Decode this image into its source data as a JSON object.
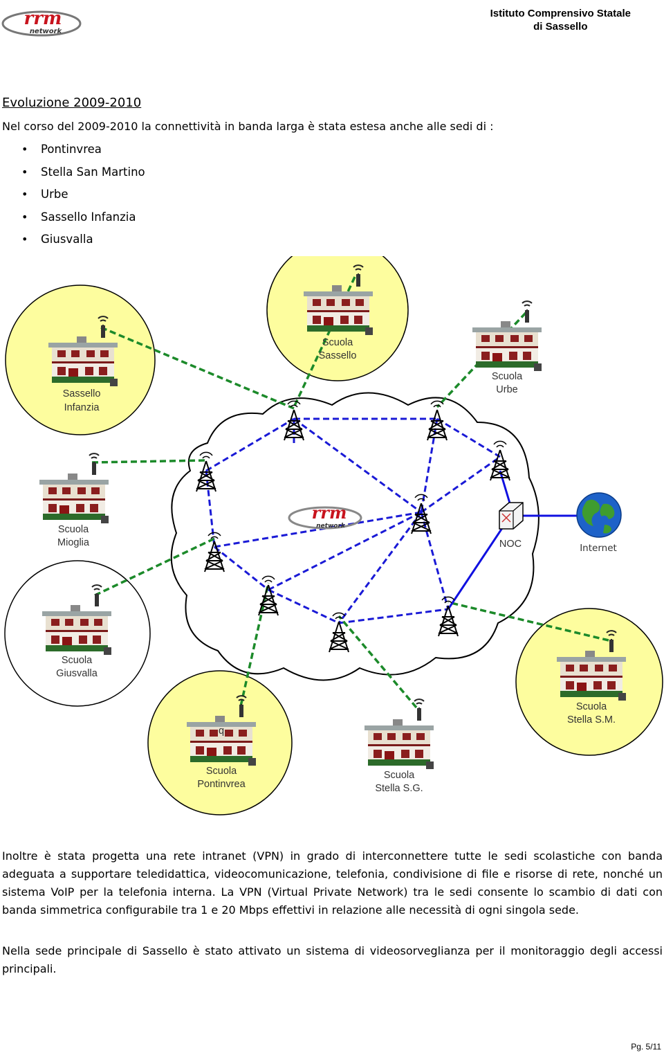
{
  "header": {
    "logo_text": "rrm network",
    "institute_line1": "Istituto Comprensivo Statale",
    "institute_line2": "di Sassello"
  },
  "section": {
    "title": "Evoluzione 2009-2010",
    "intro": "Nel corso del 2009-2010 la connettività in banda larga è stata estesa anche alle sedi di :",
    "bullets": [
      "Pontinvrea",
      "Stella San Martino",
      "Urbe",
      "Sassello Infanzia",
      "Giusvalla"
    ]
  },
  "diagram": {
    "center_logo": "rrm network",
    "nodes": {
      "sassello_line1": "Scuola",
      "sassello_line2": "Sassello",
      "infanzia_line1": "Sassello",
      "infanzia_line2": "Infanzia",
      "urbe_line1": "Scuola",
      "urbe_line2": "Urbe",
      "mioglia_line1": "Scuola",
      "mioglia_line2": "Mioglia",
      "giusvalla_line1": "Scuola",
      "giusvalla_line2": "Giusvalla",
      "pontinvrea_line1": "Scuola",
      "pontinvrea_line2": "Pontinvrea",
      "stellasg_line1": "Scuola",
      "stellasg_line2": "Stella S.G.",
      "stellasm_line1": "Scuola",
      "stellasm_line2": "Stella S.M.",
      "noc": "NOC",
      "internet": "Internet",
      "stray_mark": "q"
    },
    "colors": {
      "circle_fill": "#fdfd9e",
      "link_green": "#1c8a2a",
      "link_blue": "#1a1ad6",
      "noc_link": "#1010e0"
    }
  },
  "body": {
    "p1": "Inoltre è stata progetta una rete intranet (VPN) in grado di interconnettere tutte le sedi scolastiche con banda adeguata a supportare teledidattica, videocomunicazione, telefonia, condivisione di file e risorse di rete, nonché un sistema VoIP per la telefonia interna. La VPN (Virtual Private Network) tra le sedi consente lo scambio di dati con banda simmetrica configurabile tra 1 e 20 Mbps effettivi in relazione alle necessità di ogni singola sede.",
    "p2": "Nella sede principale di Sassello è stato attivato un sistema di videosorveglianza per il monitoraggio degli accessi principali."
  },
  "footer": {
    "page": "Pg. 5/11"
  }
}
